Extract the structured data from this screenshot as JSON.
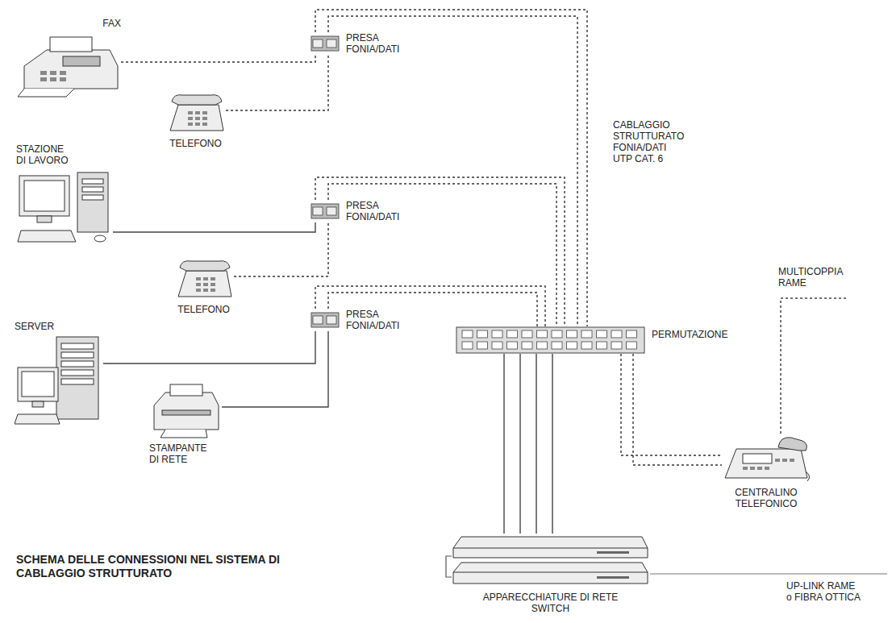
{
  "diagram": {
    "title": "SCHEMA DELLE CONNESSIONI NEL SISTEMA DI CABLAGGIO STRUTTURATO",
    "nodes": [
      {
        "text": [
          "FAX"
        ]
      },
      {
        "text": [
          "PRESA FONIA/DATI"
        ]
      },
      {
        "text": [
          "TELEFONO"
        ]
      },
      {
        "text": [
          "STAZIONE DI LAVORO"
        ]
      },
      {
        "text": [
          "PRESA FONIA/DATI"
        ]
      },
      {
        "text": [
          "TELEFONO"
        ]
      },
      {
        "text": [
          "SERVER"
        ]
      },
      {
        "text": [
          "PRESA FONIA/DATI"
        ]
      },
      {
        "text": [
          "STAMPANTE DI RETE"
        ]
      },
      {
        "text": [
          "PERMUTAZIONE"
        ]
      },
      {
        "text": [
          "CENTRALINO TELEFONICO"
        ]
      },
      {
        "text": [
          "APPARECCHIATURE DI RETE SWITCH"
        ]
      }
    ],
    "edges": [
      {
        "from": 0,
        "to": 1,
        "arrow": "none"
      },
      {
        "from": 2,
        "to": 1,
        "arrow": "none"
      },
      {
        "from": 1,
        "to": 9,
        "arrow": "none"
      },
      {
        "from": 1,
        "to": 9,
        "arrow": "none"
      },
      {
        "from": 3,
        "to": 4,
        "arrow": "none"
      },
      {
        "from": 5,
        "to": 4,
        "arrow": "none"
      },
      {
        "from": 4,
        "to": 9,
        "arrow": "none"
      },
      {
        "from": 4,
        "to": 9,
        "arrow": "none"
      },
      {
        "from": 6,
        "to": 7,
        "arrow": "none"
      },
      {
        "from": 8,
        "to": 7,
        "arrow": "none"
      },
      {
        "from": 7,
        "to": 9,
        "arrow": "none"
      },
      {
        "from": 7,
        "to": 9,
        "arrow": "none"
      },
      {
        "from": 9,
        "to": 11,
        "arrow": "none"
      },
      {
        "from": 9,
        "to": 11,
        "arrow": "none"
      },
      {
        "from": 9,
        "to": 11,
        "arrow": "none"
      },
      {
        "from": 9,
        "to": 11,
        "arrow": "none"
      },
      {
        "from": 9,
        "to": 10,
        "arrow": "none"
      },
      {
        "from": 9,
        "to": 10,
        "arrow": "none"
      }
    ],
    "labels": [
      "CABLAGGIO STRUTTURATO FONIA/DATI UTP CAT. 6",
      "MULTICOPPIA RAME",
      "UP-LINK RAME o FIBRA OTTICA"
    ]
  }
}
